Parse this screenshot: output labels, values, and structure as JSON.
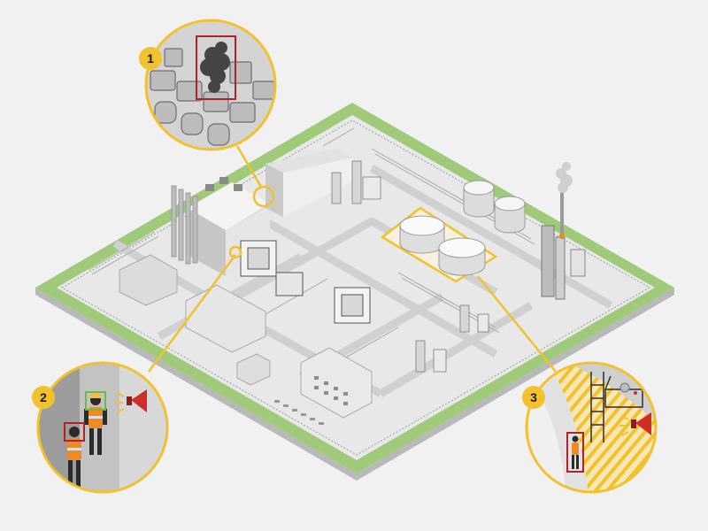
{
  "colors": {
    "background": "#f1f1f1",
    "grass": "#9fca7a",
    "ground": "#e6e6e6",
    "road": "#cfcfcf",
    "building_light": "#f4f4f4",
    "building_mid": "#d6d6d6",
    "building_dark": "#a9a9a9",
    "accent_yellow": "#f2c12e",
    "detection_red": "#b5202a",
    "detection_green": "#6dbb45",
    "smoke": "#444444",
    "vest_orange": "#f08a24"
  },
  "callouts": [
    {
      "number": "1",
      "topic": "smoke-detection"
    },
    {
      "number": "2",
      "topic": "worker-ppe-detection"
    },
    {
      "number": "3",
      "topic": "intrusion-detection"
    }
  ],
  "icons": [
    "alarm-horn-icon",
    "person-icon",
    "smoke-plume-icon"
  ]
}
